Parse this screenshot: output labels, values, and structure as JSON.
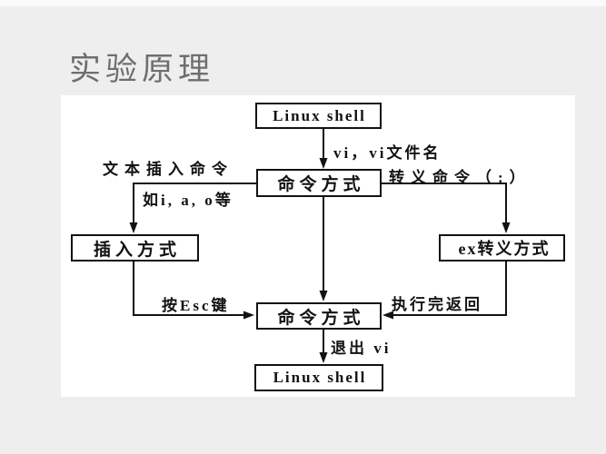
{
  "page": {
    "title": "实验原理"
  },
  "colors": {
    "page_bg": "#eeeeee",
    "slide_bg": "#ffffff",
    "title_color": "#6e6e6e",
    "line_color": "#121212"
  },
  "diagram": {
    "boxes": {
      "shell_top": "Linux shell",
      "command_top": "命令方式",
      "insert": "插入方式",
      "ex": "ex转义方式",
      "command_bottom": "命令方式",
      "shell_bottom": "Linux shell"
    },
    "labels": {
      "enter_vi": "vi，vi文件名",
      "insert_cmd_line1": "文本插入命令",
      "insert_cmd_line2": "如i, a, o等",
      "escape_cmd": "转义命令（:）",
      "esc_key": "按Esc键",
      "exec_return": "执行完返回",
      "quit_vi": "退出 vi"
    }
  }
}
